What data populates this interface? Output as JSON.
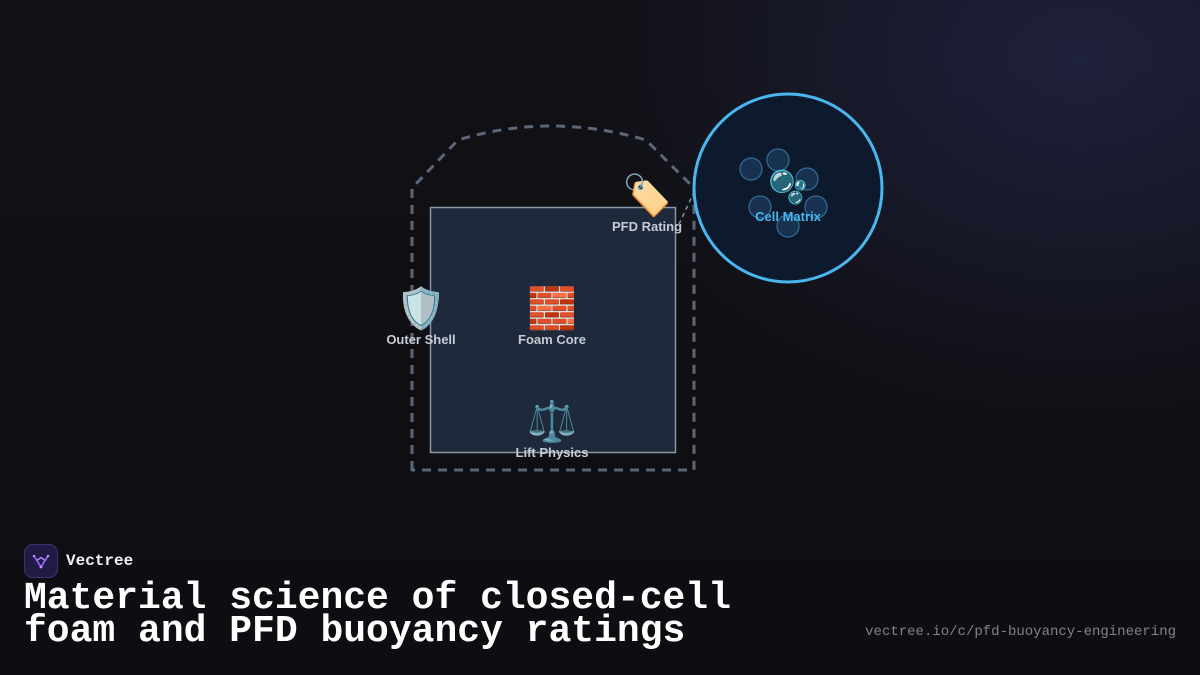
{
  "diagram": {
    "nodes": {
      "outer_shell": {
        "icon": "🛡️",
        "icon_name": "shield-icon",
        "label": "Outer Shell"
      },
      "foam_core": {
        "icon": "🧱",
        "icon_name": "brick-icon",
        "label": "Foam Core"
      },
      "lift_physics": {
        "icon": "⚖️",
        "icon_name": "balance-scale-icon",
        "label": "Lift Physics"
      },
      "pfd_rating": {
        "icon": "🏷️",
        "icon_name": "tag-icon",
        "label": "PFD Rating"
      }
    },
    "callout": {
      "icon": "🫧",
      "icon_name": "bubbles-icon",
      "label": "Cell Matrix"
    }
  },
  "brand": {
    "name": "Vectree",
    "logo_icon": "vectree-logo-icon"
  },
  "headline": "Material science of closed-cell foam and PFD buoyancy ratings",
  "url": "vectree.io/c/pfd-buoyancy-engineering",
  "colors": {
    "background": "#101014",
    "accent": "#49b6ee",
    "outline": "#5b6678",
    "panel": "#1e293b",
    "panel_border": "#8a96a8",
    "label": "#c7cbd4",
    "brand_bg": "#1f1b44",
    "logo_stroke": "#8b5cf6"
  }
}
